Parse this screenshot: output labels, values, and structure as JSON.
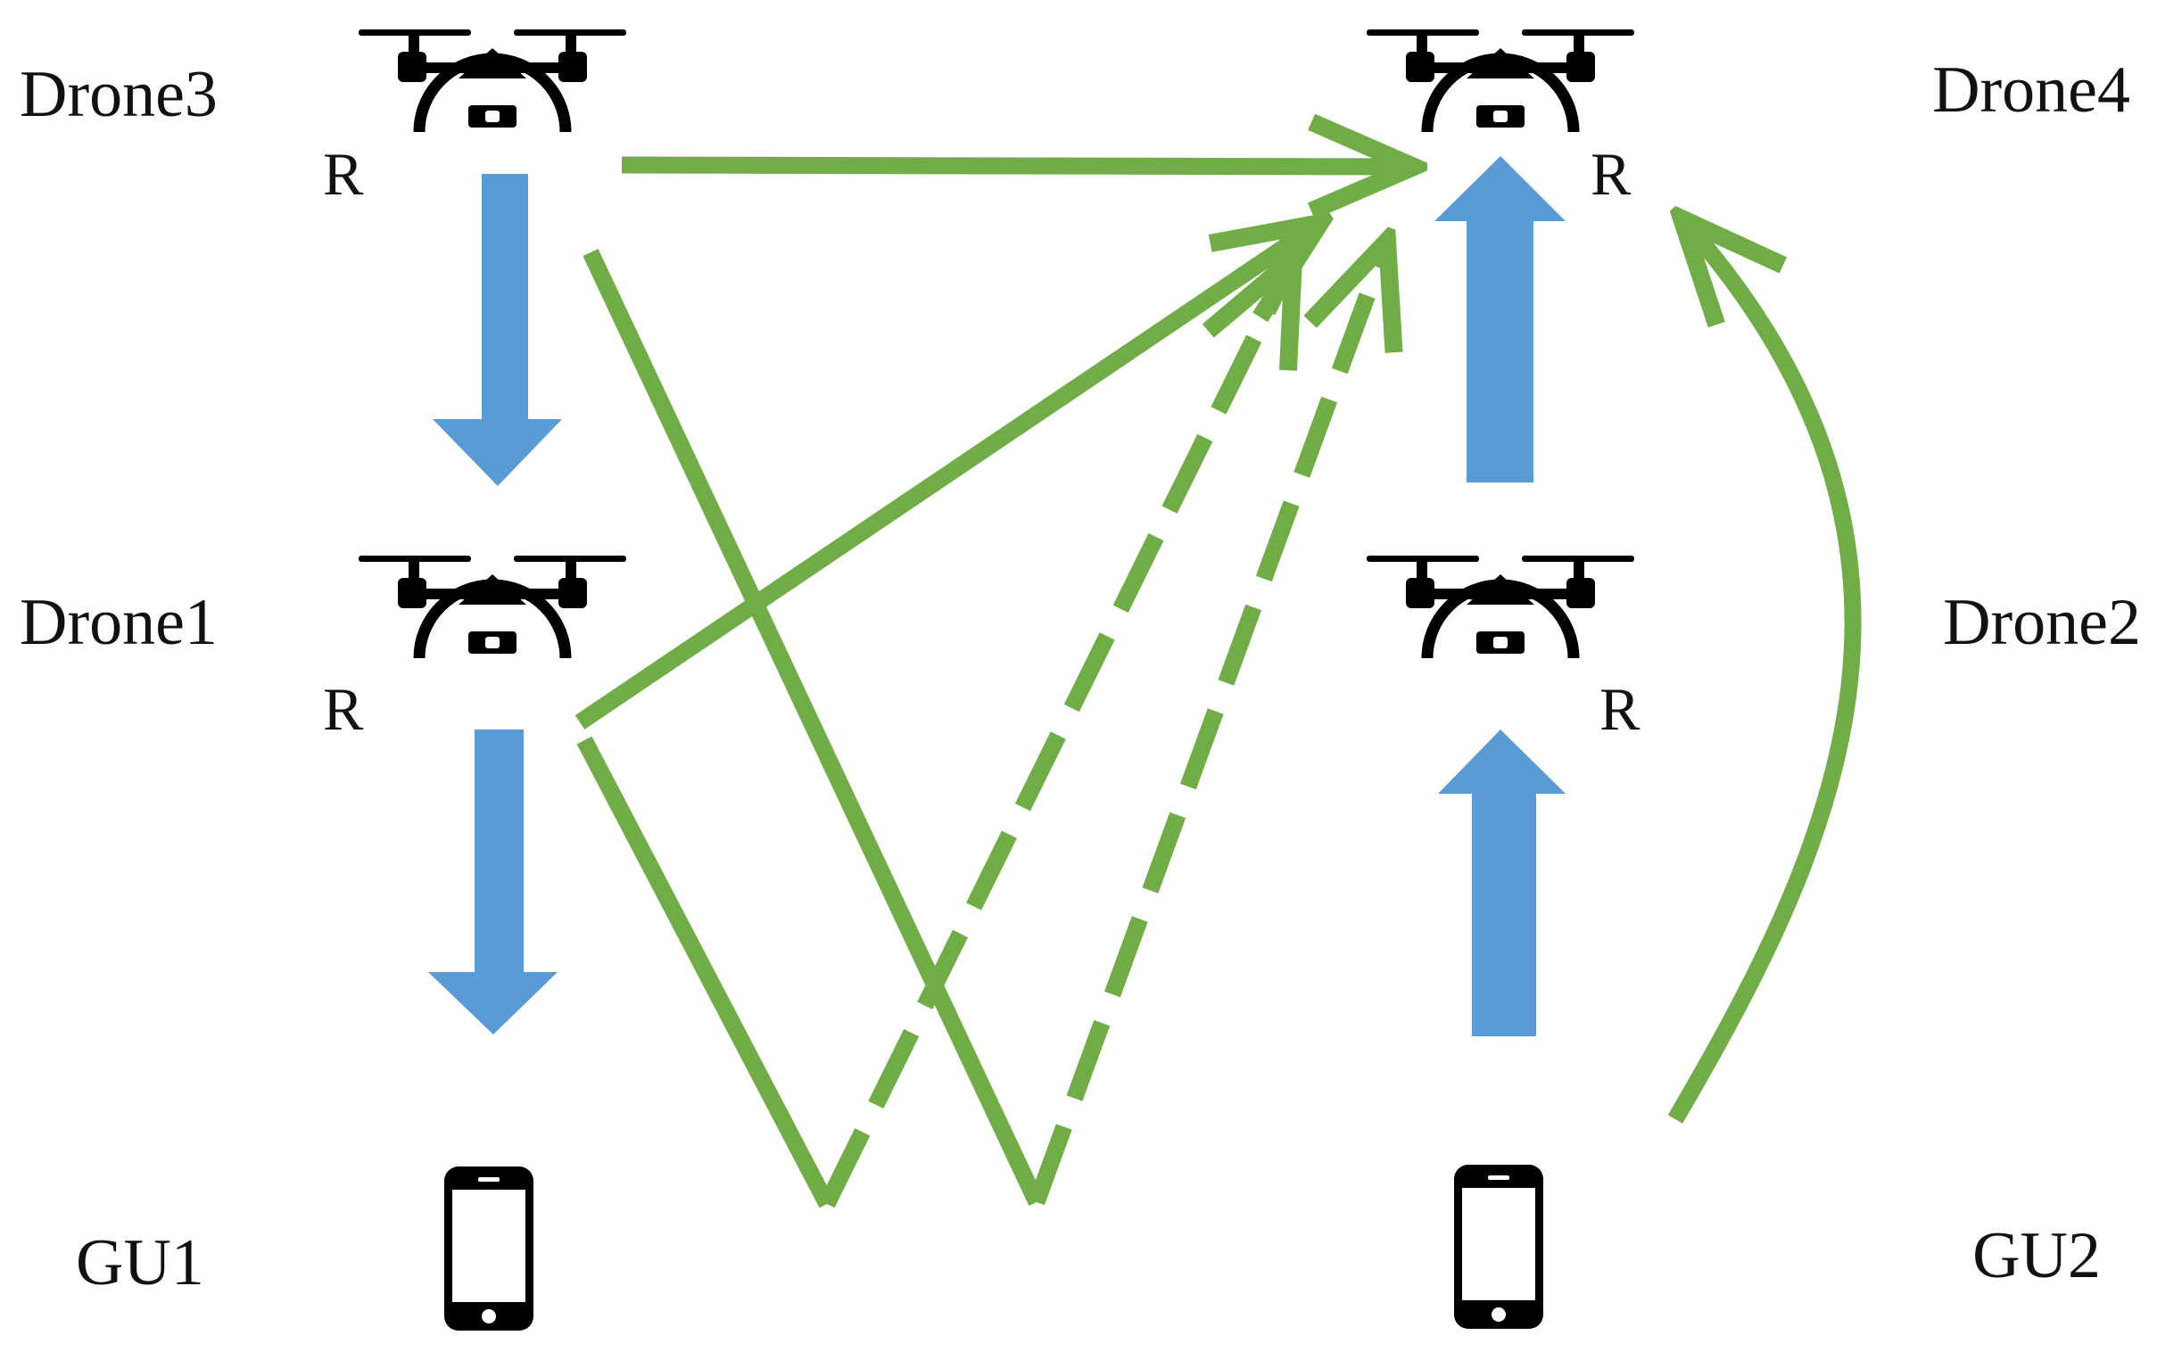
{
  "nodes": {
    "drone3": {
      "name": "Drone3",
      "tag": "R"
    },
    "drone4": {
      "name": "Drone4",
      "tag": "R"
    },
    "drone1": {
      "name": "Drone1",
      "tag": "R"
    },
    "drone2": {
      "name": "Drone2",
      "tag": "R"
    },
    "gu1": {
      "name": "GU1"
    },
    "gu2": {
      "name": "GU2"
    }
  },
  "icons": {
    "drone": "drone-icon",
    "phone": "smartphone-icon"
  },
  "colors": {
    "blue_arrow": "#5b9bd5",
    "green_link": "#70ad47",
    "icon": "#000000",
    "text": "#111111"
  }
}
